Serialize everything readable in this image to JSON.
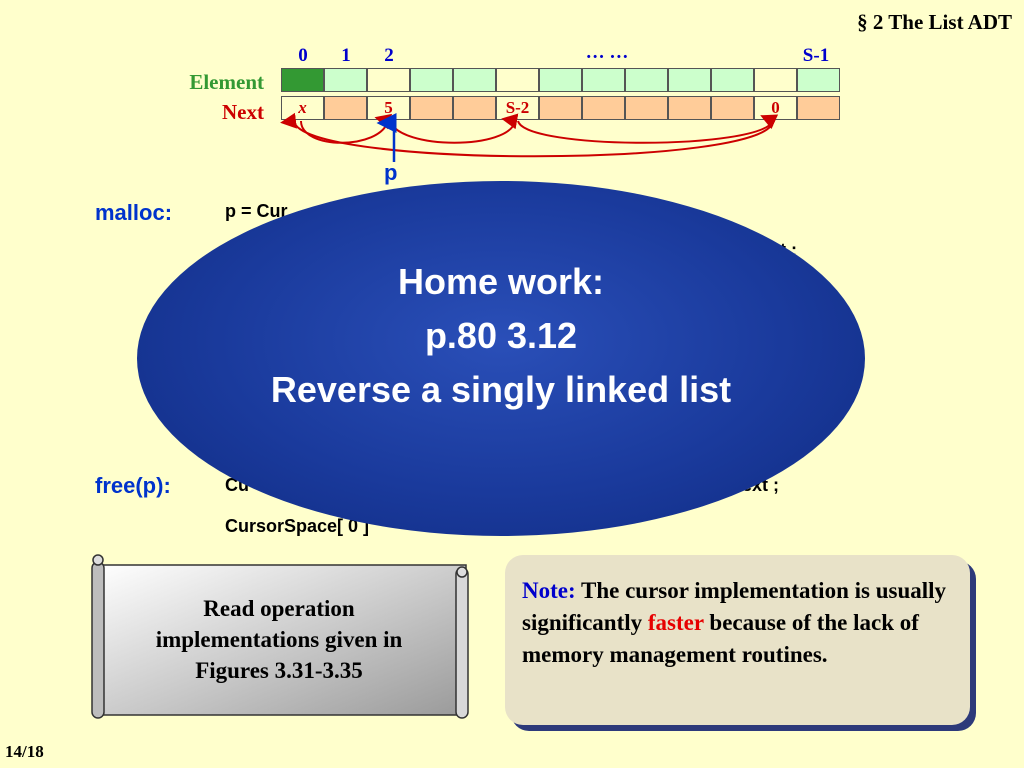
{
  "header": {
    "title": "§ 2  The List ADT"
  },
  "array": {
    "indices": {
      "i0": "0",
      "i1": "1",
      "i2": "2",
      "dots": "… …",
      "last": "S-1"
    },
    "row_labels": {
      "element": "Element",
      "next": "Next"
    },
    "next_values": {
      "c0": "x",
      "c2": "5",
      "c5": "S-2",
      "c11": "0"
    },
    "pointer_label": "p"
  },
  "code": {
    "malloc_label": "malloc:",
    "malloc_line1": "p = Cur",
    "malloc_line2": "t ;",
    "free_label": "free(p):",
    "free_line1_start": "Cu",
    "free_line1_end": "ext ;",
    "free_line2": "CursorSpace[ 0 ]"
  },
  "homework": {
    "line1": "Home work:",
    "line2": "p.80 3.12",
    "line3": "Reverse a singly linked list"
  },
  "scroll": {
    "line1": "Read operation",
    "line2": "implementations given in",
    "line3": "Figures 3.31-3.35"
  },
  "note": {
    "label": "Note:",
    "text_a": " The cursor implementation is usually significantly ",
    "highlight": "faster",
    "text_b": " because of the lack of memory management routines."
  },
  "footer": {
    "page": "14/18"
  },
  "colors": {
    "accent_blue": "#0033CC",
    "green": "#339933",
    "red": "#CC0000",
    "background": "#FFFFCC",
    "ellipse_blue": "#1a3a9c"
  }
}
